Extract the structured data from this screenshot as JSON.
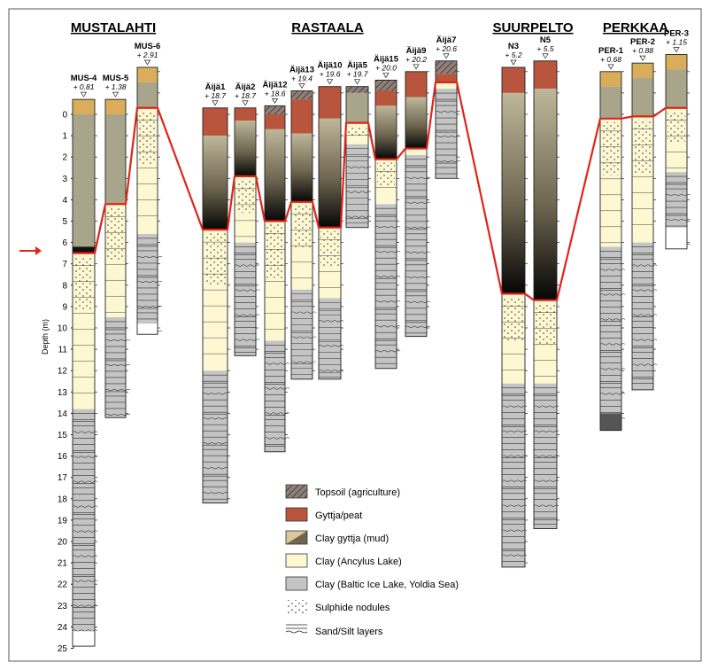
{
  "groups": [
    {
      "key": "mus",
      "label": "MUSTALAHTI"
    },
    {
      "key": "ras",
      "label": "RASTAALA"
    },
    {
      "key": "suu",
      "label": "SUURPELTO"
    },
    {
      "key": "per",
      "label": "PERKKAA"
    }
  ],
  "axis": {
    "title": "Depth (m)",
    "ticks": [
      "0",
      "1",
      "2",
      "3",
      "4",
      "5",
      "6",
      "7",
      "8",
      "9",
      "10",
      "11",
      "12",
      "13",
      "14",
      "15",
      "16",
      "17",
      "18",
      "19",
      "20",
      "21",
      "22",
      "23",
      "24",
      "25"
    ],
    "max_depth_m": 25
  },
  "colors": {
    "topsoil": "#8a7a72",
    "gyttja": "#b8553c",
    "peat": "#d9ad5a",
    "clay_gyttja": "#a9a58a",
    "ancylus": "#fdf8d2",
    "baltic": "#c4c4c4",
    "marker": "#e02418"
  },
  "cores": [
    {
      "id": "MUS-4",
      "elev": "+ 0.81",
      "bottom": 24.9,
      "top_units": [
        [
          "peat",
          -0.7,
          0
        ],
        [
          "clay_gyttja",
          0,
          6.2
        ],
        [
          "dark",
          6.2,
          6.5
        ]
      ],
      "ancylus": [
        6.5,
        13.8
      ],
      "baltic_from": 13.8,
      "white_below": 24.2
    },
    {
      "id": "MUS-5",
      "elev": "+ 1.38",
      "bottom": 14.2,
      "top_units": [
        [
          "peat",
          -0.7,
          0
        ],
        [
          "clay_gyttja",
          0,
          4.2
        ]
      ],
      "ancylus": [
        4.2,
        9.5
      ],
      "baltic_from": 9.5
    },
    {
      "id": "MUS-6",
      "elev": "+ 2.91",
      "bottom": 10.3,
      "top_units": [
        [
          "peat",
          -2.2,
          -1.5
        ],
        [
          "clay_gyttja",
          -1.5,
          -0.3
        ]
      ],
      "ancylus": [
        -0.3,
        5.6
      ],
      "baltic_from": 5.6,
      "white_below": 9.8
    },
    {
      "id": "Äijä1",
      "elev": "+ 18.7",
      "bottom": 18.2,
      "top_units": [
        [
          "gyttja",
          -0.3,
          1.0
        ],
        [
          "dark_grad",
          1.0,
          5.4
        ]
      ],
      "ancylus": [
        5.4,
        12.0
      ],
      "baltic_from": 12.0
    },
    {
      "id": "Äijä2",
      "elev": "+ 18.7",
      "bottom": 11.3,
      "top_units": [
        [
          "gyttja",
          -0.3,
          0.3
        ],
        [
          "dark_grad",
          0.3,
          2.9
        ]
      ],
      "ancylus": [
        2.9,
        6.0
      ],
      "baltic_from": 6.0
    },
    {
      "id": "Äijä12",
      "elev": "+ 18.6",
      "bottom": 15.8,
      "top_units": [
        [
          "topsoil",
          -0.4,
          0
        ],
        [
          "gyttja",
          0,
          0.7
        ],
        [
          "dark_grad",
          0.7,
          5.0
        ]
      ],
      "ancylus": [
        5.0,
        10.6
      ],
      "baltic_from": 10.6
    },
    {
      "id": "Äijä13",
      "elev": "+ 19.4",
      "bottom": 12.4,
      "top_units": [
        [
          "topsoil",
          -1.1,
          -0.7
        ],
        [
          "gyttja",
          -0.7,
          0.9
        ],
        [
          "dark_grad",
          0.9,
          4.1
        ]
      ],
      "ancylus": [
        4.1,
        8.2
      ],
      "baltic_from": 8.2
    },
    {
      "id": "Äijä10",
      "elev": "+ 19.6",
      "bottom": 12.4,
      "top_units": [
        [
          "gyttja",
          -1.3,
          0.2
        ],
        [
          "dark_grad",
          0.2,
          5.3
        ]
      ],
      "ancylus": [
        5.3,
        8.6
      ],
      "baltic_from": 8.6
    },
    {
      "id": "Äijä5",
      "elev": "+ 19.7",
      "bottom": 5.3,
      "top_units": [
        [
          "topsoil",
          -1.3,
          -1.0
        ],
        [
          "clay_gyttja",
          -1.0,
          0.4
        ]
      ],
      "ancylus": [
        0.4,
        1.4
      ],
      "baltic_from": 1.4
    },
    {
      "id": "Äijä15",
      "elev": "+ 20.0",
      "bottom": 11.9,
      "top_units": [
        [
          "topsoil",
          -1.6,
          -1.1
        ],
        [
          "gyttja",
          -1.1,
          -0.4
        ],
        [
          "dark_grad",
          -0.4,
          2.1
        ]
      ],
      "ancylus": [
        2.1,
        4.2
      ],
      "baltic_from": 4.2
    },
    {
      "id": "Äijä9",
      "elev": "+ 20.2",
      "bottom": 10.4,
      "top_units": [
        [
          "gyttja",
          -2.0,
          -0.8
        ],
        [
          "dark_grad",
          -0.8,
          1.6
        ]
      ],
      "ancylus": [
        1.6,
        1.9
      ],
      "baltic_from": 1.9
    },
    {
      "id": "Äijä7",
      "elev": "+ 20.6",
      "bottom": 3.0,
      "top_units": [
        [
          "topsoil",
          -2.5,
          -1.9
        ],
        [
          "gyttja",
          -1.9,
          -1.5
        ]
      ],
      "ancylus": [
        -1.5,
        -1.2
      ],
      "baltic_from": -1.2
    },
    {
      "id": "N3",
      "elev": "+ 5.2",
      "bottom": 21.2,
      "top_units": [
        [
          "gyttja",
          -2.2,
          -1.0
        ],
        [
          "dark_grad",
          -1.0,
          8.4
        ]
      ],
      "ancylus": [
        8.4,
        12.6
      ],
      "baltic_from": 12.6
    },
    {
      "id": "N5",
      "elev": "+ 5.5",
      "bottom": 19.4,
      "top_units": [
        [
          "gyttja",
          -2.5,
          -1.2
        ],
        [
          "dark_grad",
          -1.2,
          8.7
        ]
      ],
      "ancylus": [
        8.7,
        12.6
      ],
      "baltic_from": 12.6
    },
    {
      "id": "PER-1",
      "elev": "+ 0.68",
      "bottom": 14.8,
      "top_units": [
        [
          "peat",
          -2.0,
          -1.3
        ],
        [
          "clay_gyttja",
          -1.3,
          0.2
        ]
      ],
      "ancylus": [
        0.2,
        6.2
      ],
      "baltic_from": 6.2,
      "dark_below": 14.0
    },
    {
      "id": "PER-2",
      "elev": "+ 0.88",
      "bottom": 12.9,
      "top_units": [
        [
          "peat",
          -2.4,
          -1.7
        ],
        [
          "clay_gyttja",
          -1.7,
          0.1
        ]
      ],
      "ancylus": [
        0.1,
        6.0
      ],
      "baltic_from": 6.0
    },
    {
      "id": "PER-3",
      "elev": "+ 1.15",
      "bottom": 6.3,
      "top_units": [
        [
          "peat",
          -2.8,
          -2.1
        ],
        [
          "clay_gyttja",
          -2.1,
          -0.3
        ]
      ],
      "ancylus": [
        -0.3,
        2.7
      ],
      "baltic_from": 2.7,
      "white_below": 5.3
    }
  ],
  "legend": [
    {
      "key": "topsoil",
      "label": "Topsoil (agriculture)"
    },
    {
      "key": "gyttja",
      "label": "Gyttja/peat"
    },
    {
      "key": "clay_gyttja",
      "label": "Clay gyttja (mud)"
    },
    {
      "key": "ancylus",
      "label": "Clay (Ancylus Lake)"
    },
    {
      "key": "baltic",
      "label": "Clay (Baltic Ice Lake, Yoldia Sea)"
    },
    {
      "key": "nodules",
      "label": "Sulphide nodules"
    },
    {
      "key": "sand",
      "label": "Sand/Silt layers"
    }
  ]
}
